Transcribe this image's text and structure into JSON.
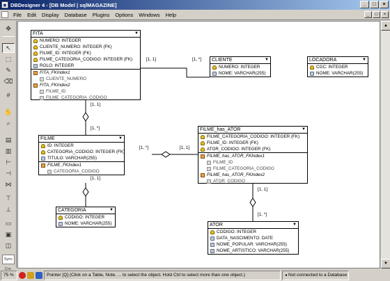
{
  "window": {
    "title": "DBDesigner 4 - [DB Model | sqlMAGAZINE]",
    "app_icon": "db-icon",
    "buttons": [
      "_",
      "□",
      "×"
    ]
  },
  "menu": {
    "items": [
      "File",
      "Edit",
      "Display",
      "Database",
      "Plugins",
      "Options",
      "Windows",
      "Help"
    ],
    "mdi_buttons": [
      "_",
      "□",
      "×"
    ]
  },
  "toolbar": {
    "tools": [
      "move-icon",
      "pointer-icon",
      "select-area-icon",
      "pen-icon",
      "eraser-icon",
      "grid-icon",
      "hand-icon",
      "zoom-icon",
      "table-icon",
      "view-icon",
      "relation-1n-icon",
      "relation-11-icon",
      "relation-nm-icon",
      "relation-1n-sub-icon",
      "relation-1n-nonid-icon",
      "note-icon",
      "image-icon",
      "region-icon"
    ],
    "bottom": [
      "Sync",
      "Cre."
    ]
  },
  "tables": {
    "fita": {
      "name": "FITA",
      "rows": [
        {
          "icon": "key",
          "text": "NUMERO: INTEGER"
        },
        {
          "icon": "key",
          "text": "CLIENTE_NUMERO: INTEGER (FK)"
        },
        {
          "icon": "key",
          "text": "FILME_ID: INTEGER (FK)"
        },
        {
          "icon": "key",
          "text": "FILME_CATEGORIA_CODIGO: INTEGER (FK)"
        },
        {
          "icon": "field",
          "text": "ROLO: INTEGER"
        }
      ],
      "indexes": [
        {
          "name": "FITA_FKIndex1",
          "cols": [
            "CLIENTE_NUMERO"
          ]
        },
        {
          "name": "FITA_FKIndex2",
          "cols": [
            "FILME_ID",
            "FILME_CATEGORIA_CODIGO"
          ]
        }
      ]
    },
    "cliente": {
      "name": "CLIENTE",
      "rows": [
        {
          "icon": "key",
          "text": "NUMERO: INTEGER"
        },
        {
          "icon": "field",
          "text": "NOME: VARCHAR(255)"
        }
      ]
    },
    "locadora": {
      "name": "LOCADORA",
      "rows": [
        {
          "icon": "key",
          "text": "CGC: INTEGER"
        },
        {
          "icon": "field",
          "text": "NOME: VARCHAR(255)"
        }
      ]
    },
    "filme": {
      "name": "FILME",
      "rows": [
        {
          "icon": "key",
          "text": "ID: INTEGER"
        },
        {
          "icon": "key",
          "text": "CATEGORIA_CODIGO: INTEGER (FK)"
        },
        {
          "icon": "field",
          "text": "TITULO: VARCHAR(255)"
        }
      ],
      "indexes": [
        {
          "name": "FILME_FKIndex1",
          "cols": [
            "CATEGORIA_CODIGO"
          ]
        }
      ]
    },
    "filme_has_ator": {
      "name": "FILME_has_ATOR",
      "rows": [
        {
          "icon": "key",
          "text": "FILME_CATEGORIA_CODIGO: INTEGER (FK)"
        },
        {
          "icon": "key",
          "text": "FILME_ID: INTEGER (FK)"
        },
        {
          "icon": "key",
          "text": "ATOR_CODIGO: INTEGER (FK)"
        }
      ],
      "indexes": [
        {
          "name": "FILME_has_ATOR_FKIndex1",
          "cols": [
            "FILME_ID",
            "FILME_CATEGORIA_CODIGO"
          ]
        },
        {
          "name": "FILME_has_ATOR_FKIndex2",
          "cols": [
            "ATOR_CODIGO"
          ]
        }
      ]
    },
    "categoria": {
      "name": "CATEGORIA",
      "rows": [
        {
          "icon": "key",
          "text": "CODIGO: INTEGER"
        },
        {
          "icon": "field",
          "text": "NOME: VARCHAR(255)"
        }
      ]
    },
    "ator": {
      "name": "ATOR",
      "rows": [
        {
          "icon": "key",
          "text": "CODIGO: INTEGER"
        },
        {
          "icon": "field",
          "text": "DATA_NASCIMENTO: DATE"
        },
        {
          "icon": "field",
          "text": "NOME_POPULAR: VARCHAR(255)"
        },
        {
          "icon": "field",
          "text": "NOME_ARTISTICO: VARCHAR(255)"
        }
      ]
    }
  },
  "relations": {
    "fita_cliente_left": "[1, 1]",
    "fita_cliente_right": "[1, *]",
    "fita_filme_top": "[1, 1]",
    "fita_filme_bottom": "[1, *]",
    "filme_fha_left": "[1, *]",
    "filme_fha_right": "[1, 1]",
    "filme_categoria": "[1, 1]",
    "ator_fha_top": "[1, 1]",
    "ator_fha_bottom": "[1, *]"
  },
  "status": {
    "zoom": "75 %",
    "message": "Pointer [Q] (Click on a Table, Note, ... to select the object. Hold Ctrl to select more than one object.)",
    "connection": "Not connected to a Database",
    "colors": {
      "red": "#d02020",
      "gold": "#d0a020",
      "blue": "#3060c0"
    }
  }
}
